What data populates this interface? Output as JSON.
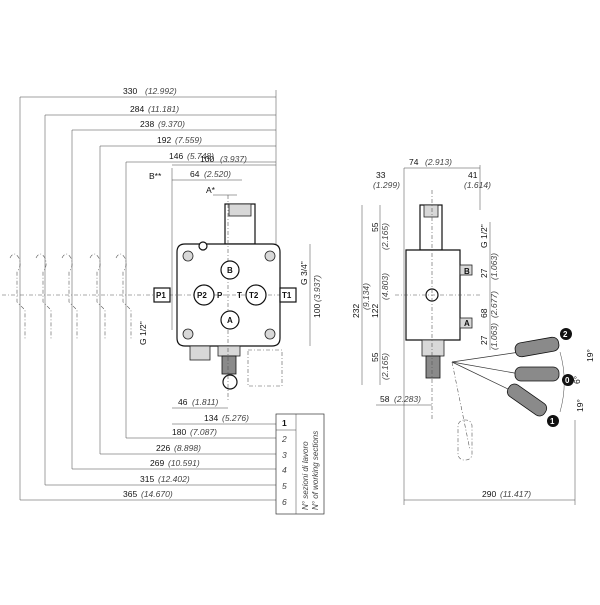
{
  "overall_dims": [
    {
      "mm": "330",
      "in": "(12.992)"
    },
    {
      "mm": "284",
      "in": "(11.181)"
    },
    {
      "mm": "238",
      "in": "(9.370)"
    },
    {
      "mm": "192",
      "in": "(7.559)"
    },
    {
      "mm": "146",
      "in": "(5.748)"
    }
  ],
  "bottom_dims": [
    {
      "mm": "180",
      "in": "(7.087)"
    },
    {
      "mm": "226",
      "in": "(8.898)"
    },
    {
      "mm": "269",
      "in": "(10.591)"
    },
    {
      "mm": "315",
      "in": "(12.402)"
    },
    {
      "mm": "365",
      "in": "(14.670)"
    }
  ],
  "front": {
    "d100": {
      "mm": "100",
      "in": "(3.937)"
    },
    "d64": {
      "mm": "64",
      "in": "(2.520)"
    },
    "b_label": "B**",
    "a_label": "A*",
    "g34": "G 3/4\"",
    "g12": "G 1/2\"",
    "d100v": {
      "mm": "100",
      "in": "(3.937)"
    },
    "d46": {
      "mm": "46",
      "in": "(1.811)"
    },
    "d134": {
      "mm": "134",
      "in": "(5.276)"
    },
    "ports": {
      "p1": "P1",
      "p2": "P2",
      "t1": "T1",
      "t2": "T2",
      "b": "B",
      "a": "A",
      "p": "P",
      "t": "T"
    }
  },
  "sections_box": {
    "numbers": [
      "1",
      "2",
      "3",
      "4",
      "5",
      "6"
    ],
    "label_it": "N° sezioni di lavoro",
    "label_en": "N° of working sections"
  },
  "side": {
    "d74": {
      "mm": "74",
      "in": "(2.913)"
    },
    "d33": {
      "mm": "33",
      "in": "(1.299)"
    },
    "d41": {
      "mm": "41",
      "in": "(1.614)"
    },
    "d55t": {
      "mm": "55",
      "in": "(2.165)"
    },
    "d232": {
      "mm": "232",
      "in": "(9.134)"
    },
    "d122": {
      "mm": "122",
      "in": "(4.803)"
    },
    "d55b": {
      "mm": "55",
      "in": "(2.165)"
    },
    "g12": "G 1/2\"",
    "d27t": {
      "mm": "27",
      "in": "(1.063)"
    },
    "d68": {
      "mm": "68",
      "in": "(2.677)"
    },
    "d27b": {
      "mm": "27",
      "in": "(1.063)"
    },
    "d58": {
      "mm": "58",
      "in": "(2.283)"
    },
    "d290": {
      "mm": "290",
      "in": "(11.417)"
    },
    "port_b": "B",
    "port_a": "A",
    "angle_19a": "19°",
    "angle_6": "6°",
    "angle_19b": "19°",
    "pos_2": "2",
    "pos_0": "0",
    "pos_1": "1"
  }
}
